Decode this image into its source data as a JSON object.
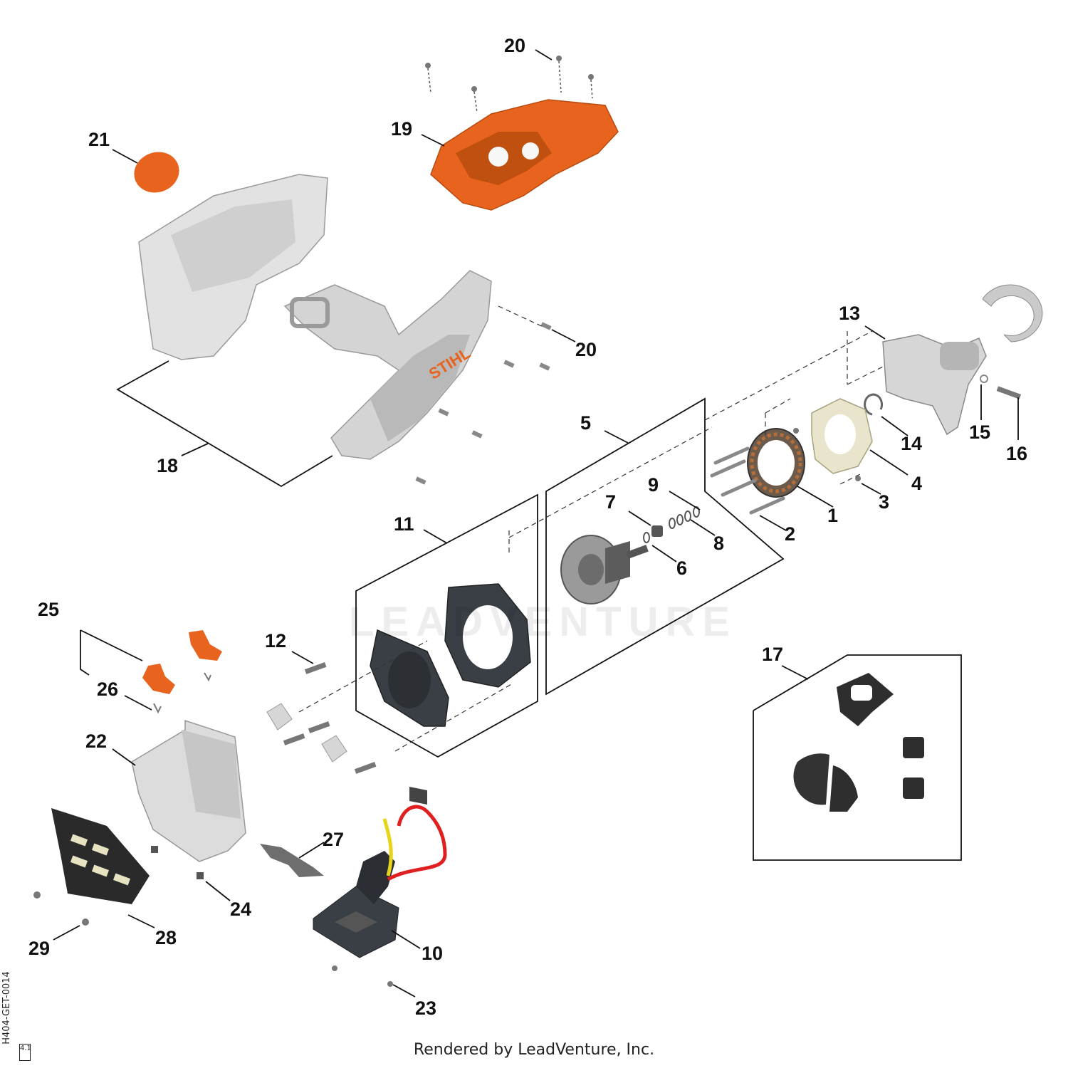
{
  "diagram": {
    "callouts": [
      {
        "id": "c1",
        "label": "1"
      },
      {
        "id": "c2",
        "label": "2"
      },
      {
        "id": "c3",
        "label": "3"
      },
      {
        "id": "c4",
        "label": "4"
      },
      {
        "id": "c5",
        "label": "5"
      },
      {
        "id": "c6",
        "label": "6"
      },
      {
        "id": "c7",
        "label": "7"
      },
      {
        "id": "c8",
        "label": "8"
      },
      {
        "id": "c9",
        "label": "9"
      },
      {
        "id": "c10",
        "label": "10"
      },
      {
        "id": "c11",
        "label": "11"
      },
      {
        "id": "c12",
        "label": "12"
      },
      {
        "id": "c13",
        "label": "13"
      },
      {
        "id": "c14",
        "label": "14"
      },
      {
        "id": "c15",
        "label": "15"
      },
      {
        "id": "c16",
        "label": "16"
      },
      {
        "id": "c17",
        "label": "17"
      },
      {
        "id": "c18",
        "label": "18"
      },
      {
        "id": "c19",
        "label": "19"
      },
      {
        "id": "c20a",
        "label": "20"
      },
      {
        "id": "c20b",
        "label": "20"
      },
      {
        "id": "c21",
        "label": "21"
      },
      {
        "id": "c22",
        "label": "22"
      },
      {
        "id": "c23",
        "label": "23"
      },
      {
        "id": "c24",
        "label": "24"
      },
      {
        "id": "c25",
        "label": "25"
      },
      {
        "id": "c26",
        "label": "26"
      },
      {
        "id": "c27",
        "label": "27"
      },
      {
        "id": "c28",
        "label": "28"
      },
      {
        "id": "c29",
        "label": "29"
      }
    ],
    "housing_brand": "STIHL",
    "footer": "Rendered by LeadVenture, Inc.",
    "drawing_id": "H404-GET-0014",
    "revision": "4.1",
    "watermark": "LEADVENTURE",
    "colors": {
      "orange": "#E8641E",
      "housing_grey": "#D4D4D4",
      "dark_part": "#3A3F45",
      "line": "#111111"
    }
  }
}
